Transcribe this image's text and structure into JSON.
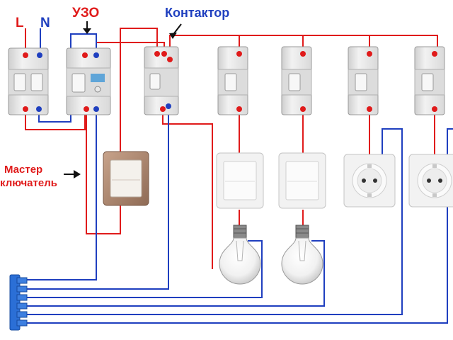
{
  "labels": {
    "phase": "L",
    "neutral": "N",
    "rcd": "УЗО",
    "contactor": "Контактор",
    "master_line1": "Мастер",
    "master_line2": "ключатель"
  },
  "colors": {
    "phase_wire": "#e01b1b",
    "neutral_wire": "#1f3fbf",
    "device_body": "#e8e8e8",
    "busbar": "#2b6fd6",
    "master_switch_frame": "#b08a72"
  },
  "devices": [
    {
      "name": "main-breaker",
      "type": "double-pole-breaker"
    },
    {
      "name": "rcd",
      "type": "rcd"
    },
    {
      "name": "contactor",
      "type": "contactor"
    },
    {
      "name": "breaker-1",
      "type": "single-pole-breaker"
    },
    {
      "name": "breaker-2",
      "type": "single-pole-breaker"
    },
    {
      "name": "breaker-3",
      "type": "single-pole-breaker"
    },
    {
      "name": "breaker-4",
      "type": "single-pole-breaker"
    }
  ],
  "loads": [
    {
      "name": "light-switch-1",
      "type": "switch"
    },
    {
      "name": "light-switch-2",
      "type": "switch"
    },
    {
      "name": "socket-1",
      "type": "socket"
    },
    {
      "name": "socket-2",
      "type": "socket"
    },
    {
      "name": "lamp-1",
      "type": "lamp"
    },
    {
      "name": "lamp-2",
      "type": "lamp"
    }
  ]
}
